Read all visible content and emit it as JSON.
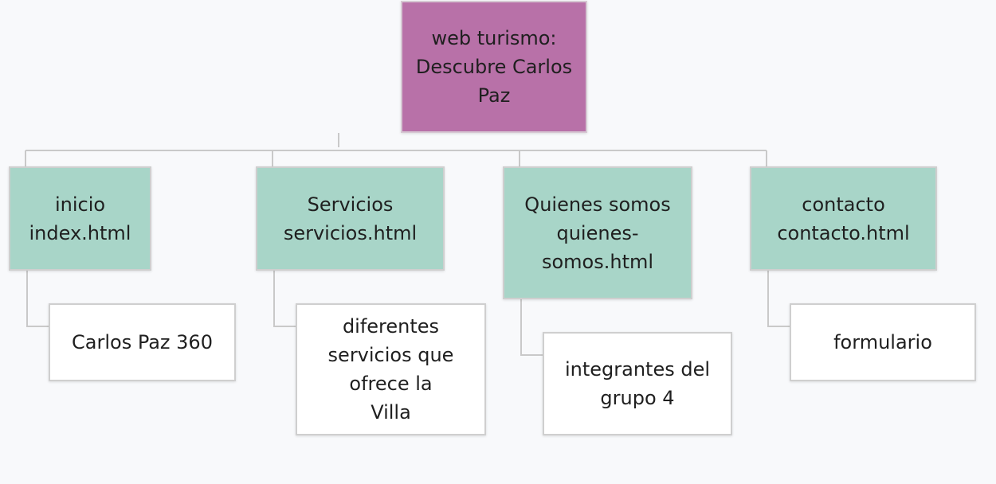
{
  "root": {
    "line1": "web turismo:",
    "line2": "Descubre Carlos",
    "line3": "Paz"
  },
  "sections": [
    {
      "title": "inicio",
      "file": "index.html",
      "child": "Carlos Paz 360"
    },
    {
      "title": "Servicios",
      "file": "servicios.html",
      "child": "diferentes servicios que ofrece la Villa"
    },
    {
      "title": "Quienes somos",
      "file": "quienes-somos.html",
      "child": "integrantes del grupo 4"
    },
    {
      "title": "contacto",
      "file": "contacto.html",
      "child": "formulario"
    }
  ],
  "colors": {
    "root": "#b871a8",
    "section": "#a8d5c8",
    "leaf": "#ffffff",
    "connector": "#c9c9c9"
  }
}
